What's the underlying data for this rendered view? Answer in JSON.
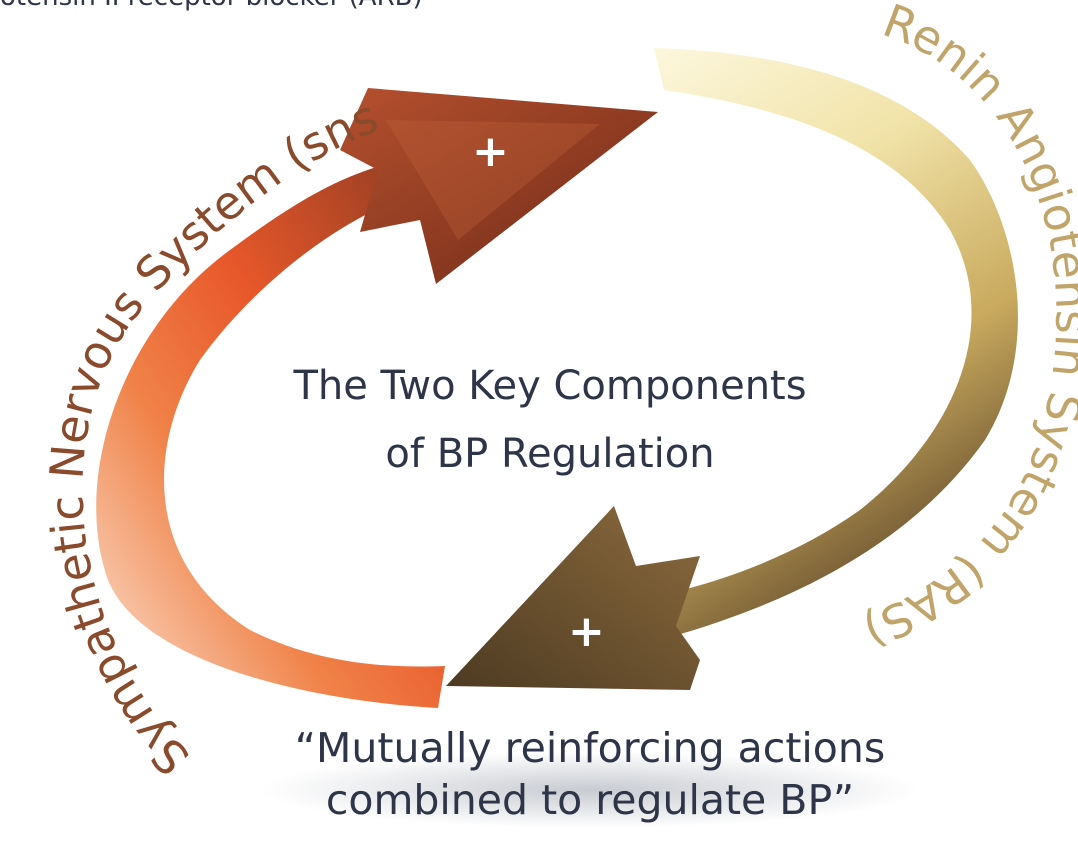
{
  "top_caption": "otensin II receptor blocker (ARB)",
  "left_label": "Sympathetic Nervous System (sns)",
  "right_label": "Renin Angiotensin System (RAS)",
  "plus_sign": "+",
  "center_title": {
    "line1": "The Two Key Components",
    "line2": "of BP Regulation"
  },
  "quote": {
    "line1": "“Mutually reinforcing actions",
    "line2": "combined to regulate BP”"
  },
  "colors": {
    "sns_arrow": "#d9542a",
    "ras_arrow": "#e8d79a",
    "text": "#2e3548",
    "label": "#8a4a2c",
    "ras_label": "#c0a46a"
  }
}
